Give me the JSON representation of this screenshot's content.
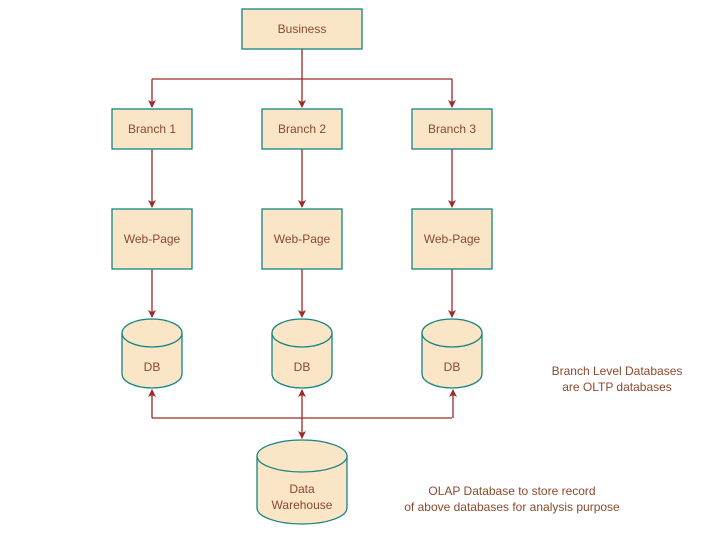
{
  "diagram": {
    "colors": {
      "box_fill": "#FAE5C6",
      "box_stroke": "#148582",
      "edge": "#9C2A26",
      "text": "#8B4A2B"
    },
    "root": {
      "label": "Business"
    },
    "branches": [
      {
        "label": "Branch 1",
        "webpage": "Web-Page",
        "db": "DB"
      },
      {
        "label": "Branch 2",
        "webpage": "Web-Page",
        "db": "DB"
      },
      {
        "label": "Branch 3",
        "webpage": "Web-Page",
        "db": "DB"
      }
    ],
    "warehouse": {
      "line1": "Data",
      "line2": "Warehouse"
    },
    "notes": {
      "oltp": {
        "line1": "Branch Level Databases",
        "line2": "are OLTP databases"
      },
      "olap": {
        "line1": "OLAP Database to store record",
        "line2": "of above databases for analysis purpose"
      }
    },
    "edges": [
      {
        "from": "Business",
        "to": "Branch 1"
      },
      {
        "from": "Business",
        "to": "Branch 2"
      },
      {
        "from": "Business",
        "to": "Branch 3"
      },
      {
        "from": "Branch 1",
        "to": "Web-Page 1"
      },
      {
        "from": "Branch 2",
        "to": "Web-Page 2"
      },
      {
        "from": "Branch 3",
        "to": "Web-Page 3"
      },
      {
        "from": "Web-Page 1",
        "to": "DB 1"
      },
      {
        "from": "Web-Page 2",
        "to": "DB 2"
      },
      {
        "from": "Web-Page 3",
        "to": "DB 3"
      },
      {
        "from": "Data Warehouse",
        "to": "DB 1",
        "bidirectional": true
      },
      {
        "from": "Data Warehouse",
        "to": "DB 2",
        "bidirectional": true
      },
      {
        "from": "Data Warehouse",
        "to": "DB 3",
        "bidirectional": true
      }
    ]
  }
}
